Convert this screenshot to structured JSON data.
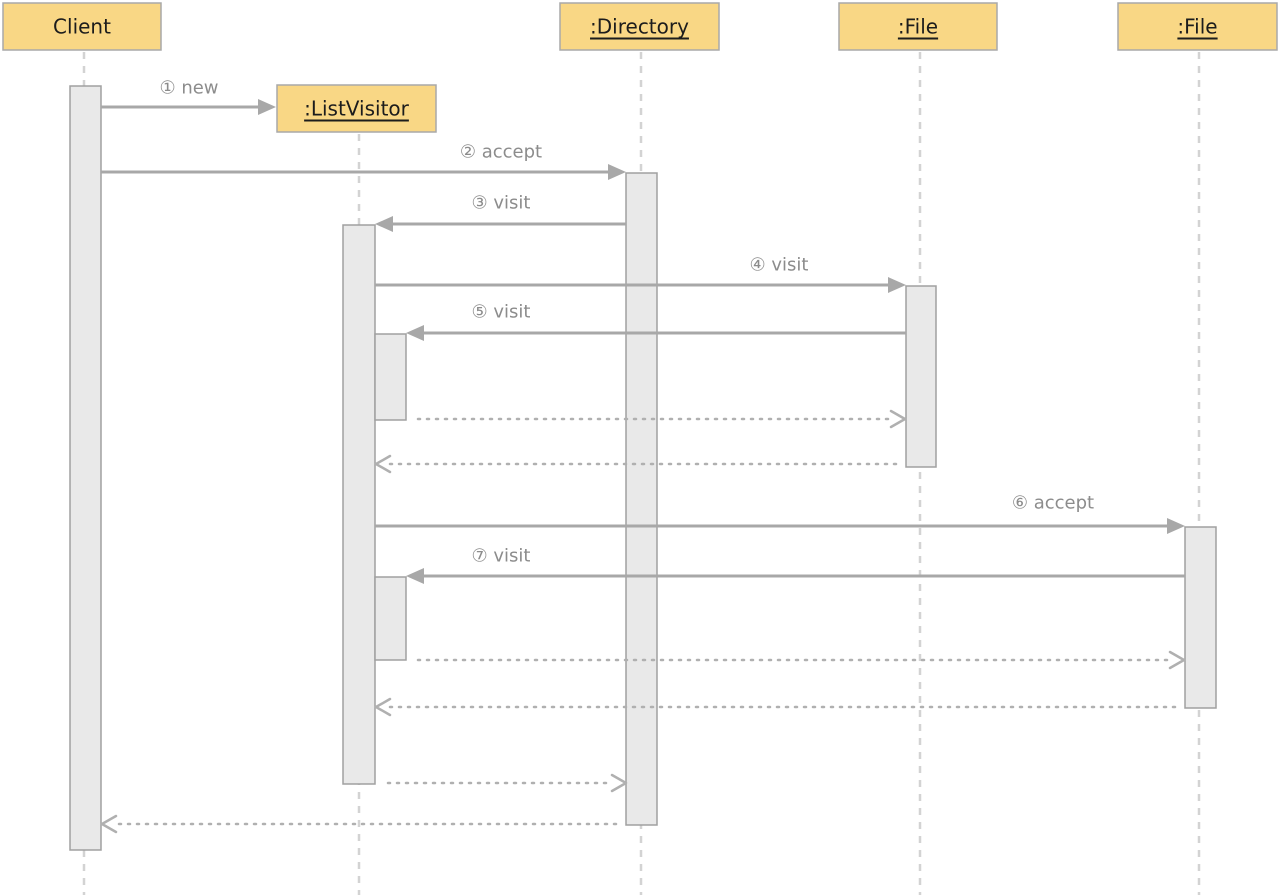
{
  "participants": [
    {
      "id": "client",
      "label": "Client",
      "underline": false
    },
    {
      "id": "listvisitor",
      "label": ":ListVisitor",
      "underline": true
    },
    {
      "id": "directory",
      "label": ":Directory",
      "underline": true
    },
    {
      "id": "file1",
      "label": ":File",
      "underline": true
    },
    {
      "id": "file2",
      "label": ":File",
      "underline": true
    }
  ],
  "messages": [
    {
      "id": "m1",
      "label": "① new",
      "from": "client",
      "to": "listvisitor",
      "kind": "create"
    },
    {
      "id": "m2",
      "label": "② accept",
      "from": "client",
      "to": "directory",
      "kind": "sync"
    },
    {
      "id": "m3",
      "label": "③ visit",
      "from": "directory",
      "to": "listvisitor",
      "kind": "sync"
    },
    {
      "id": "m4",
      "label": "④ visit",
      "from": "listvisitor",
      "to": "file1",
      "kind": "sync"
    },
    {
      "id": "m5",
      "label": "⑤ visit",
      "from": "file1",
      "to": "listvisitor",
      "kind": "sync"
    },
    {
      "id": "r5",
      "label": "",
      "from": "listvisitor",
      "to": "file1",
      "kind": "return"
    },
    {
      "id": "r4",
      "label": "",
      "from": "file1",
      "to": "listvisitor",
      "kind": "return"
    },
    {
      "id": "m6",
      "label": "⑥ accept",
      "from": "listvisitor",
      "to": "file2",
      "kind": "sync"
    },
    {
      "id": "m7",
      "label": "⑦ visit",
      "from": "file2",
      "to": "listvisitor",
      "kind": "sync"
    },
    {
      "id": "r7",
      "label": "",
      "from": "listvisitor",
      "to": "file2",
      "kind": "return"
    },
    {
      "id": "r6",
      "label": "",
      "from": "file2",
      "to": "listvisitor",
      "kind": "return"
    },
    {
      "id": "r3",
      "label": "",
      "from": "listvisitor",
      "to": "directory",
      "kind": "return"
    },
    {
      "id": "r2",
      "label": "",
      "from": "directory",
      "to": "client",
      "kind": "return"
    }
  ],
  "colors": {
    "participant_fill": "#f9d785",
    "activation_fill": "#e9e9e9",
    "line": "#a8a8a8",
    "label": "#8c8c8c"
  }
}
